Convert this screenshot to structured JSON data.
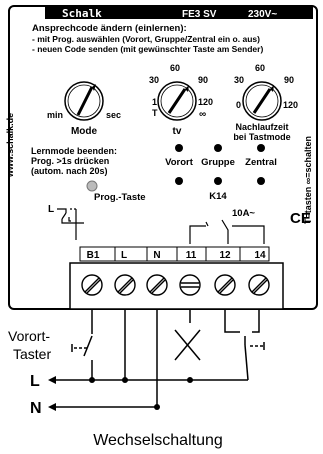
{
  "device": {
    "brand": "Schalk",
    "model": "FE3 SV",
    "voltage": "230V~",
    "website": "www.schalk.de",
    "side_label": "T=tasten  ∞=schalten",
    "ce_mark": "CE"
  },
  "instructions": {
    "line1": "Ansprechcode ändern (einlernen):",
    "line2": "- mit Prog. auswählen (Vorort, Gruppe/Zentral ein o. aus)",
    "line3": "- neuen Code senden (mit gewünschter Taste am Sender)"
  },
  "dials": {
    "mode": {
      "label": "Mode",
      "left": "min",
      "right": "sec"
    },
    "tv": {
      "label": "tv",
      "ticks": [
        "30",
        "60",
        "90",
        "1",
        "120",
        "T",
        "∞"
      ]
    },
    "nachlauf": {
      "label_line1": "Nachlaufzeit",
      "label_line2": "bei Tastmode",
      "ticks": [
        "30",
        "60",
        "90",
        "0",
        "120"
      ]
    }
  },
  "learn_mode": {
    "line1": "Lernmode beenden:",
    "line2": "Prog. >1s drücken",
    "line3": "(autom. nach 20s)"
  },
  "leds": {
    "vorort": "Vorort",
    "gruppe": "Gruppe",
    "zentral": "Zentral",
    "k14": "K14"
  },
  "prog_taste": "Prog.-Taste",
  "relay_rating": "10A~",
  "terminals": [
    "B1",
    "L",
    "N",
    "11",
    "12",
    "14"
  ],
  "wiring": {
    "vorort_taster_line1": "Vorort-",
    "vorort_taster_line2": "Taster",
    "line_l": "L",
    "line_n": "N",
    "caption": "Wechselschaltung"
  }
}
